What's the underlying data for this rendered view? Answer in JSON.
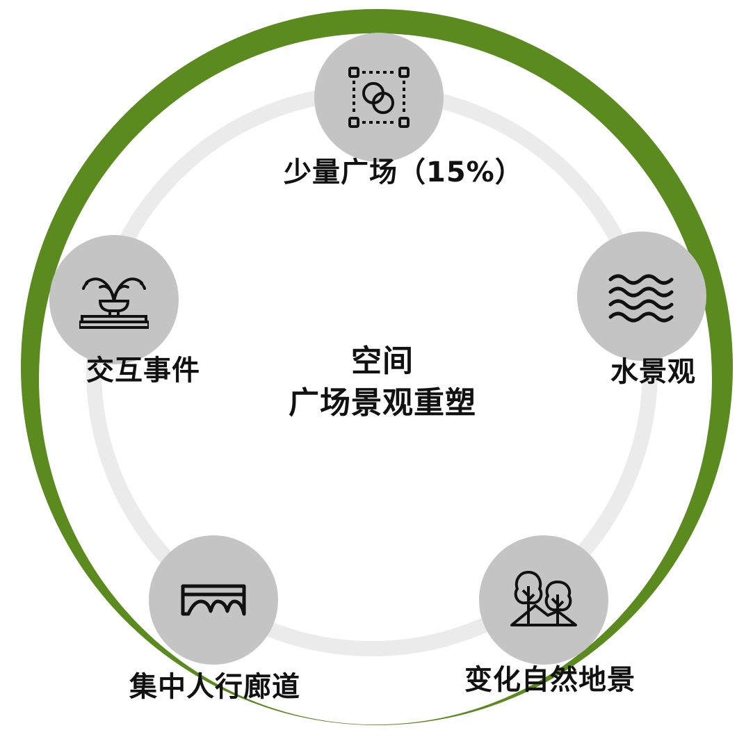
{
  "colors": {
    "outer_ring": "#5b8a1e",
    "inner_ring": "#ebebeb",
    "node_fill": "#c4c4c4",
    "icon_stroke": "#111111",
    "text": "#111111"
  },
  "center": {
    "line1": "空间",
    "line2": "广场景观重塑"
  },
  "nodes": [
    {
      "label": "少量广场（15%）",
      "icon": "square-plaza-icon"
    },
    {
      "label": "水景观",
      "icon": "water-waves-icon"
    },
    {
      "label": "变化自然地景",
      "icon": "trees-hill-icon"
    },
    {
      "label": "集中人行廊道",
      "icon": "arched-bridge-icon"
    },
    {
      "label": "交互事件",
      "icon": "fountain-icon"
    }
  ]
}
